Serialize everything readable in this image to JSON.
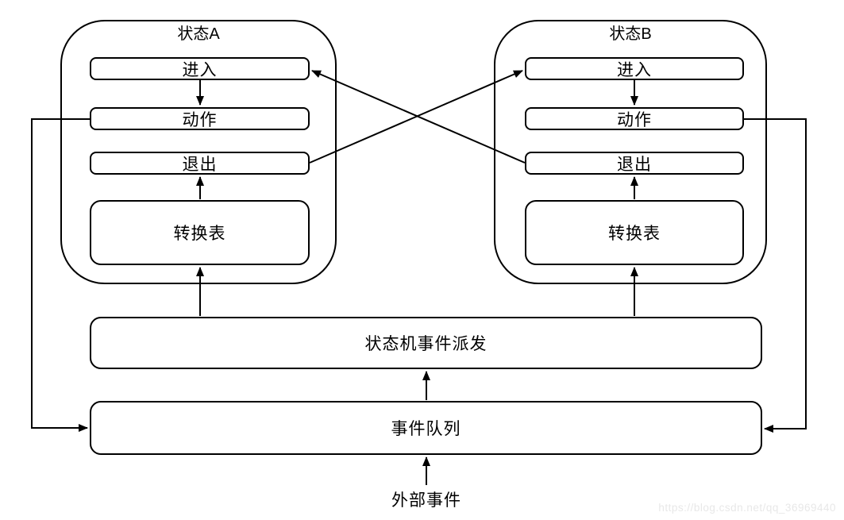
{
  "diagram": {
    "state_a": {
      "title": "状态A",
      "enter": "进入",
      "action": "动作",
      "exit": "退出",
      "table": "转换表"
    },
    "state_b": {
      "title": "状态B",
      "enter": "进入",
      "action": "动作",
      "exit": "退出",
      "table": "转换表"
    },
    "dispatcher": "状态机事件派发",
    "queue": "事件队列",
    "external_event": "外部事件",
    "watermark": "https://blog.csdn.net/qq_36969440",
    "colors": {
      "line": "#000000",
      "background": "#ffffff",
      "watermark": "#e8e8e8"
    }
  }
}
